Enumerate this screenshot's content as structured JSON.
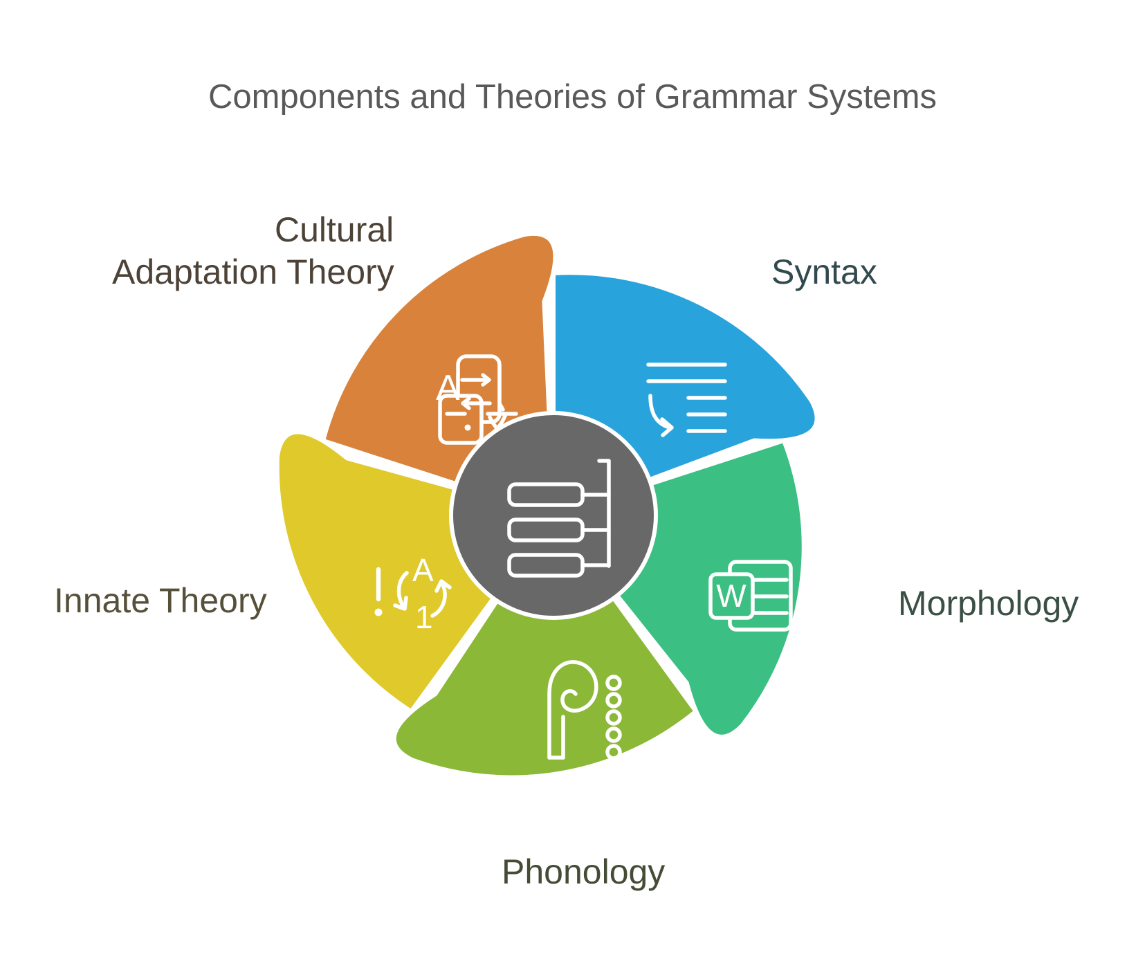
{
  "title": {
    "text": "Components and Theories of Grammar Systems",
    "color": "#595959"
  },
  "center": {
    "icon": "org-chart-icon",
    "color": "#686868"
  },
  "segments": [
    {
      "id": "syntax",
      "label": "Syntax",
      "color": "#29A3DB",
      "label_color": "#32494F",
      "icon": "indent-paragraph-icon"
    },
    {
      "id": "morphology",
      "label": "Morphology",
      "color": "#3CBF82",
      "label_color": "#3A5045",
      "icon": "word-document-icon",
      "icon_letter": "W"
    },
    {
      "id": "phonology",
      "label": "Phonology",
      "color": "#8CB838",
      "label_color": "#454C35",
      "icon": "letter-p-with-dots-icon"
    },
    {
      "id": "innate",
      "label": "Innate Theory",
      "color": "#DFC92B",
      "label_color": "#55503A",
      "icon": "a-to-1-swap-icon",
      "icon_letter_a": "A",
      "icon_digit": "1",
      "icon_exclaim": "!"
    },
    {
      "id": "cultural",
      "label": "Cultural Adaptation Theory",
      "label_line1": "Cultural",
      "label_line2": "Adaptation Theory",
      "color": "#D8823B",
      "label_color": "#4D4237",
      "icon": "translate-icon",
      "icon_letter_a": "A"
    }
  ]
}
